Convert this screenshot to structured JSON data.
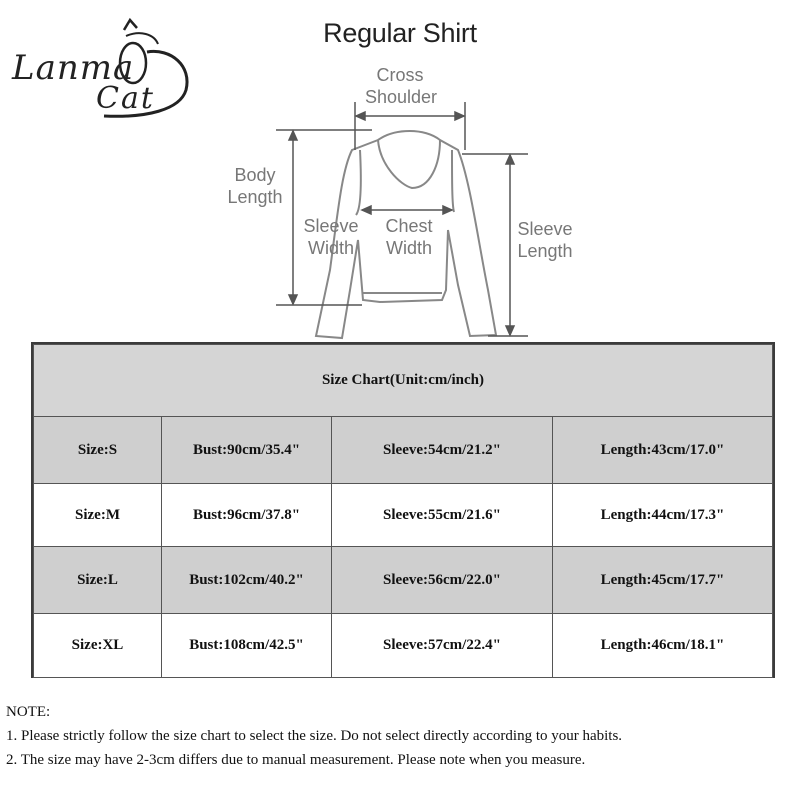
{
  "logo": {
    "line1": "Lanma",
    "line2": "Cat"
  },
  "title": "Regular Shirt",
  "diagram_labels": {
    "cross_shoulder_1": "Cross",
    "cross_shoulder_2": "Shoulder",
    "body_length_1": "Body",
    "body_length_2": "Length",
    "sleeve_width_1": "Sleeve",
    "sleeve_width_2": "Width",
    "chest_width_1": "Chest",
    "chest_width_2": "Width",
    "sleeve_length_1": "Sleeve",
    "sleeve_length_2": "Length"
  },
  "size_chart": {
    "header": "Size Chart(Unit:cm/inch)",
    "rows": [
      {
        "size": "Size:S",
        "bust": "Bust:90cm/35.4\"",
        "sleeve": "Sleeve:54cm/21.2\"",
        "length": "Length:43cm/17.0\""
      },
      {
        "size": "Size:M",
        "bust": "Bust:96cm/37.8\"",
        "sleeve": "Sleeve:55cm/21.6\"",
        "length": "Length:44cm/17.3\""
      },
      {
        "size": "Size:L",
        "bust": "Bust:102cm/40.2\"",
        "sleeve": "Sleeve:56cm/22.0\"",
        "length": "Length:45cm/17.7\""
      },
      {
        "size": "Size:XL",
        "bust": "Bust:108cm/42.5\"",
        "sleeve": "Sleeve:57cm/22.4\"",
        "length": "Length:46cm/18.1\""
      }
    ]
  },
  "notes": {
    "heading": "NOTE:",
    "items": [
      "1. Please strictly follow the size chart  to select the size. Do not select directly according to your habits.",
      "2. The size may have 2-3cm differs due to manual measurement. Please note when you measure."
    ]
  }
}
